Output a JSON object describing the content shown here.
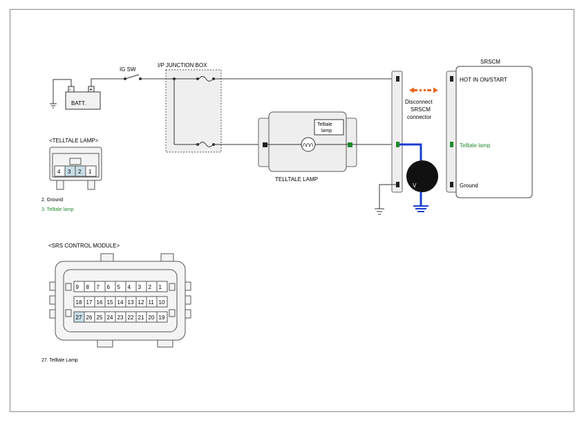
{
  "labels": {
    "ig_sw": "IG SW",
    "junction_box": "I/P JUNCTION BOX",
    "batt": "BATT.",
    "batt_minus": "-",
    "batt_plus": "+",
    "telltale_lamp_header": "<TELLTALE LAMP>",
    "telltale_lamp_inner_1": "Telltale",
    "telltale_lamp_inner_2": "lamp",
    "telltale_lamp_caption": "TELLTALE LAMP",
    "srscm": "SRSCM",
    "hot_in": "HOT IN ON/START",
    "telltale_pin": "Telltale lamp",
    "ground_pin": "Ground",
    "disconnect_1": "Disconnect",
    "disconnect_2": "SRSCM",
    "disconnect_3": "connector",
    "voltmeter": "V",
    "lamp_pin_note_1": "2. Ground",
    "lamp_pin_note_2": "3.    Telltale lamp",
    "srs_module_header": "<SRS CONTROL MODULE>",
    "srs_pin_note": "27. Telltale Lamp"
  },
  "lamp_connector_pins": [
    "4",
    "3",
    "2",
    "1"
  ],
  "srs_rows": [
    [
      "9",
      "8",
      "7",
      "6",
      "5",
      "4",
      "3",
      "2",
      "1"
    ],
    [
      "18",
      "17",
      "16",
      "15",
      "14",
      "13",
      "12",
      "11",
      "10"
    ],
    [
      "27",
      "26",
      "25",
      "24",
      "23",
      "22",
      "21",
      "20",
      "19"
    ]
  ],
  "colors": {
    "wire": "#3a3a3a",
    "probe_wire": "#1a3ccf",
    "telltale_green": "#1f8a2e",
    "arrow_orange": "#e8641a",
    "highlight_pin": "#c7dde6",
    "box_fill": "#eeeeee"
  }
}
